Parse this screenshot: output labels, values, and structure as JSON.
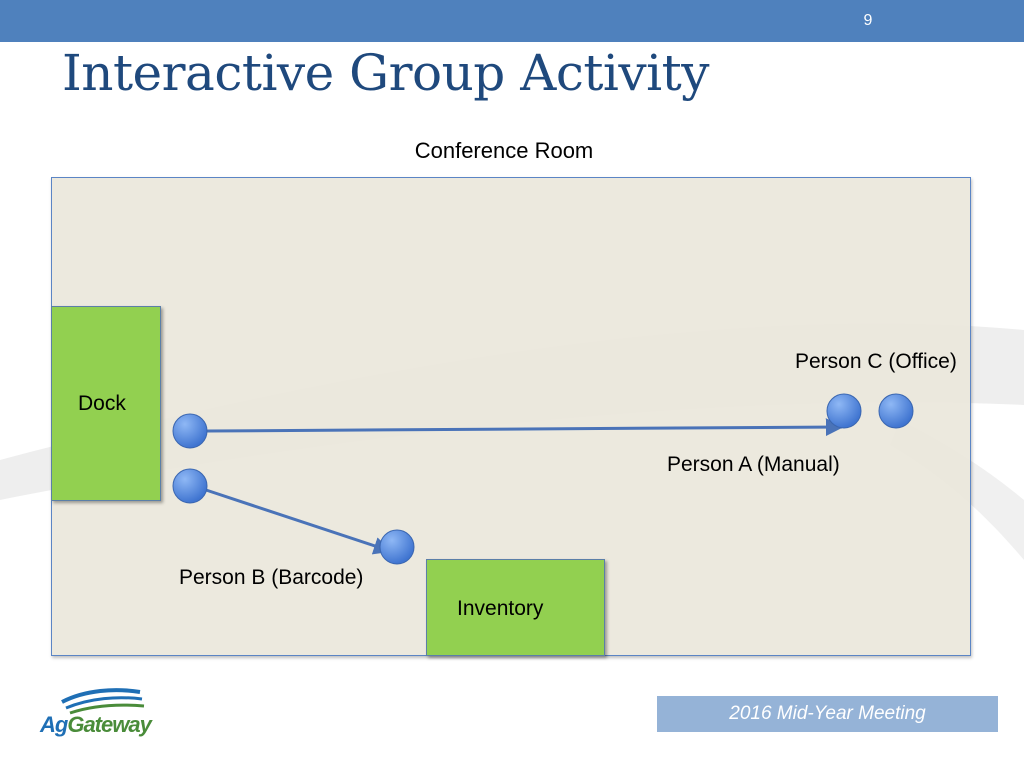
{
  "slide": {
    "number": "9",
    "title": "Interactive Group Activity",
    "footer": "2016 Mid-Year Meeting",
    "logo": {
      "part1": "Ag",
      "part2": "Gateway"
    }
  },
  "diagram": {
    "room_label": "Conference Room",
    "blocks": {
      "dock": "Dock",
      "inventory": "Inventory"
    },
    "people": {
      "person_a": "Person A  (Manual)",
      "person_b": "Person B  (Barcode)",
      "person_c": "Person C  (Office)"
    }
  },
  "colors": {
    "header_bar": "#4f81bd",
    "title": "#1f497d",
    "room_fill": "#eae7da",
    "block_fill": "#92d050",
    "node_fill": "#4a86e8",
    "footer_box": "#95b3d7"
  }
}
